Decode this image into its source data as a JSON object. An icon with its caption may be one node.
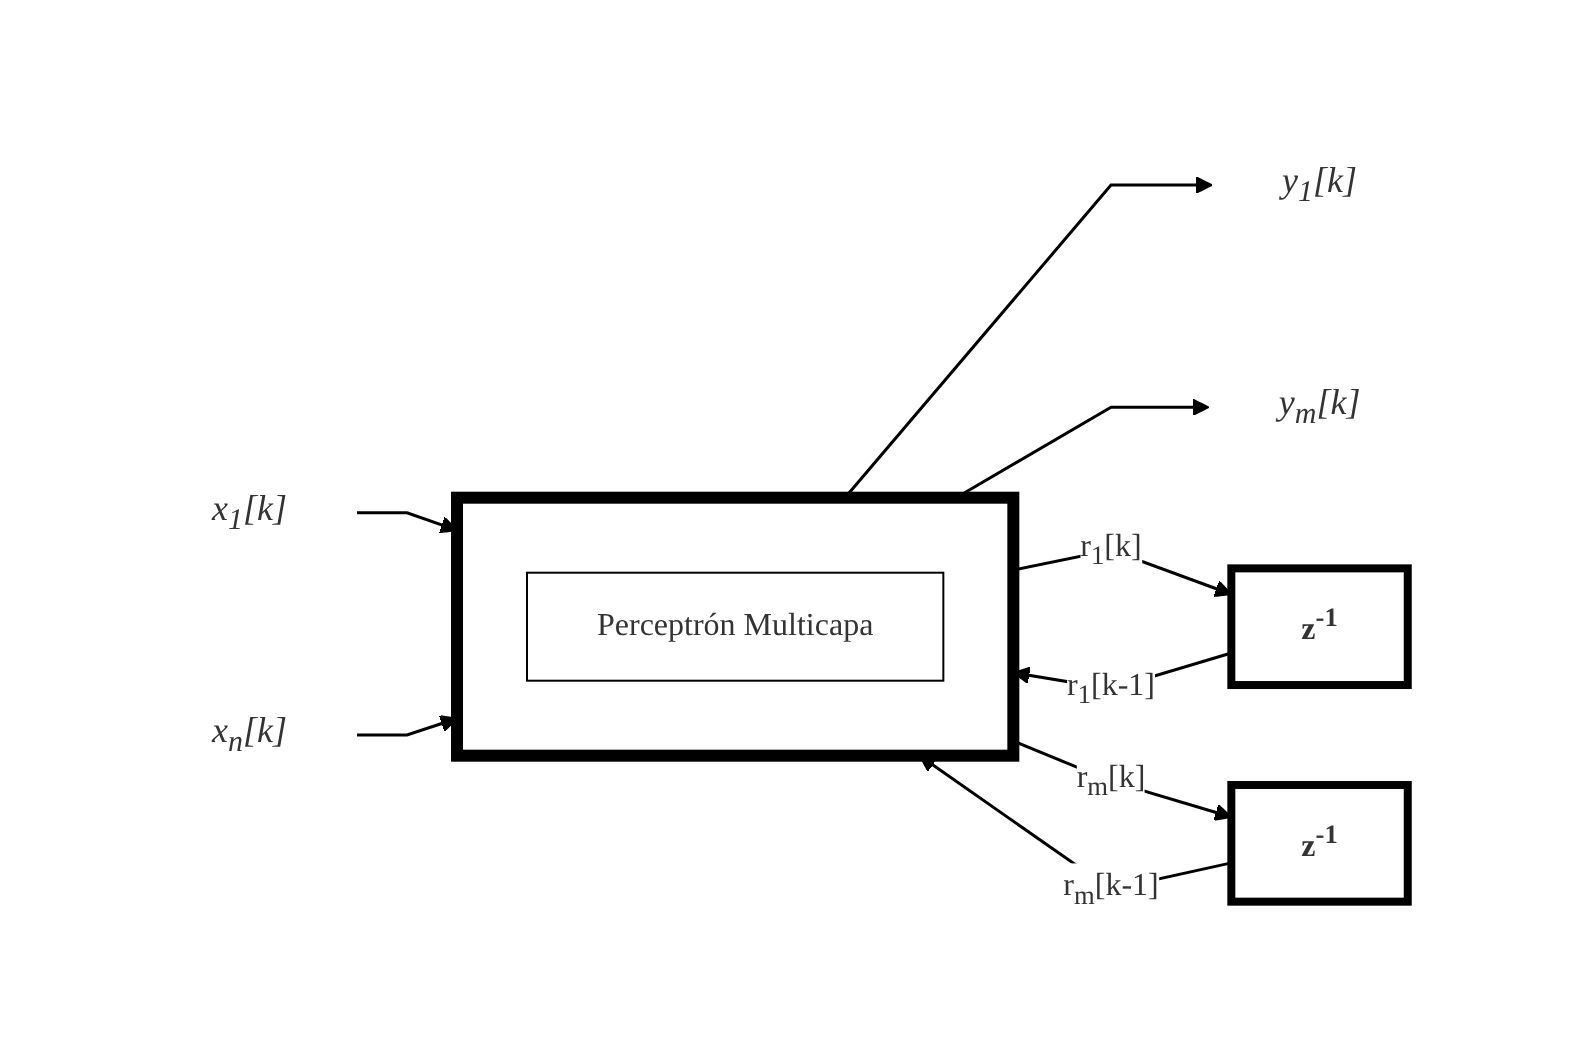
{
  "diagram": {
    "nodes": [
      {
        "text": [],
        "shape": "box"
      },
      {
        "text": [
          "Perceptrón Multicapa"
        ],
        "in": 0
      },
      {
        "text": [
          "x$_{1}$[k]"
        ]
      },
      {
        "text": [
          "x$_{n}$[k]"
        ]
      },
      {
        "text": [
          "y$_{1}$[k]"
        ]
      },
      {
        "text": [
          "y$_{m}$[k]"
        ]
      },
      {
        "text": [
          "z$^{-1}$"
        ]
      },
      {
        "text": [
          "z$^{-1}$"
        ]
      }
    ],
    "edges": [
      {
        "from": 2,
        "to": 0,
        "arrow": "to"
      },
      {
        "from": 3,
        "to": 0,
        "arrow": "to"
      },
      {
        "from": 0,
        "to": 4,
        "arrow": "to"
      },
      {
        "from": 0,
        "to": 5,
        "arrow": "to"
      },
      {
        "from": 0,
        "to": 6,
        "arrow": "to",
        "label": "r$_{1}$[k]"
      },
      {
        "from": 6,
        "to": 0,
        "arrow": "to",
        "label": "r$_{1}$[k-1]"
      },
      {
        "from": 0,
        "to": 7,
        "arrow": "to",
        "label": "r$_{m}$[k]"
      },
      {
        "from": 7,
        "to": 0,
        "arrow": "to",
        "label": "r$_{m}$[k-1]"
      }
    ]
  }
}
